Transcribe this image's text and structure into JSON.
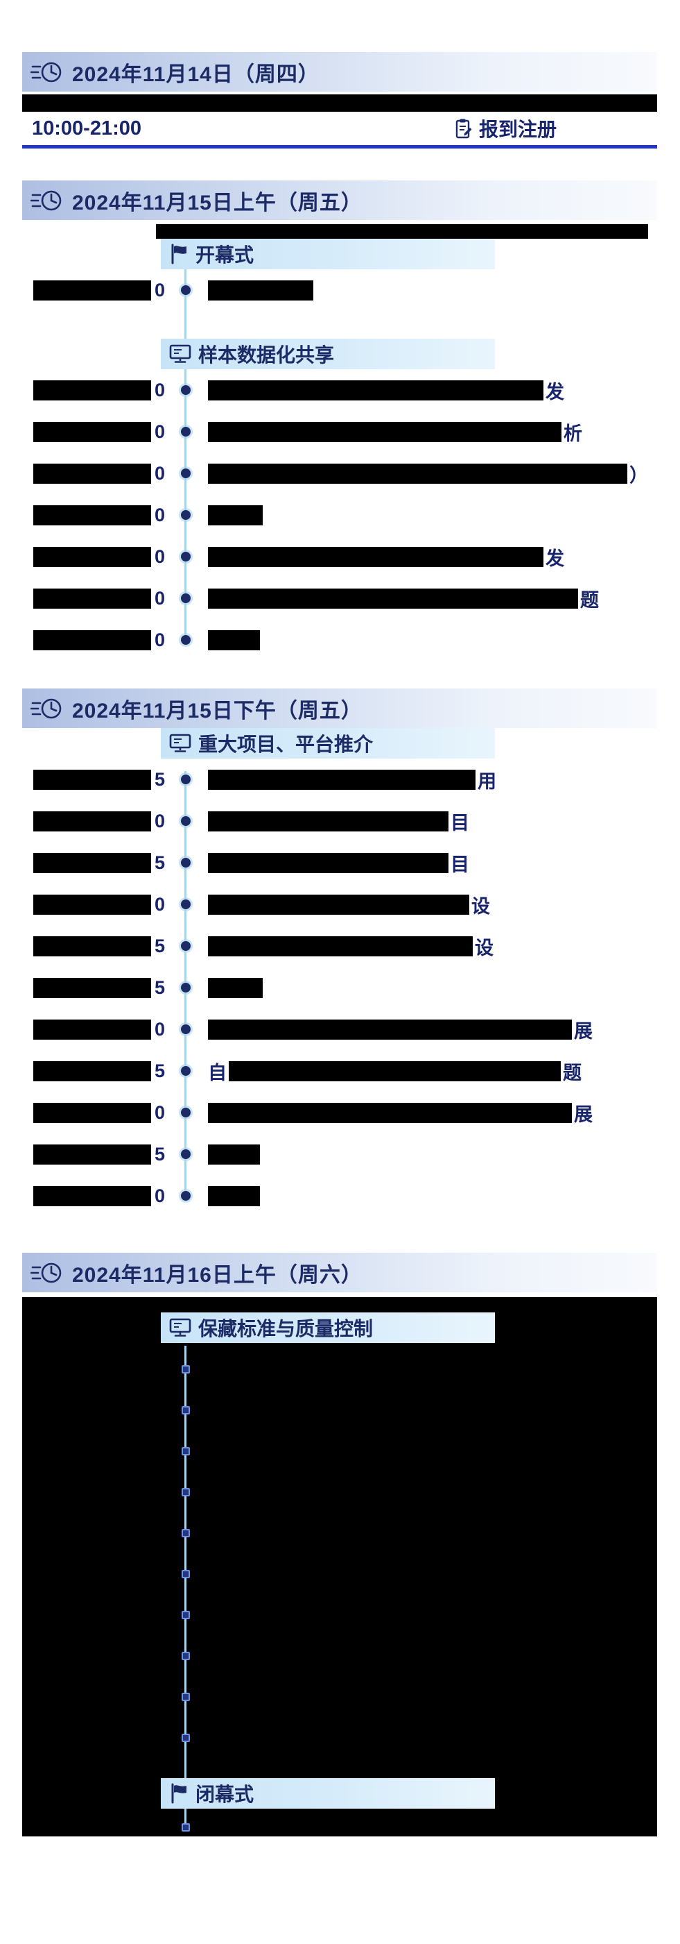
{
  "colors": {
    "navy_text": "#1c2a66",
    "time_text": "#18246b",
    "day_header_gradient_start": "#aebfe2",
    "group_header_bg": "#c7e4f7",
    "timeline_line": "#a9d2ec",
    "divider_blue": "#2136c9",
    "redaction": "#000000"
  },
  "day1": {
    "title": "2024年11月14日（周四）",
    "header_icon": "clock-icon",
    "redacted_line": true,
    "registration": {
      "time": "10:00-21:00",
      "icon": "clipboard-icon",
      "label": "报到注册"
    }
  },
  "day2_morning": {
    "title": "2024年11月15日上午（周五）",
    "header_icon": "clock-icon",
    "venue_redacted": true,
    "groups": [
      {
        "title": "开幕式",
        "icon": "flag-icon",
        "rows": [
          {
            "time_tail": "0",
            "bar": 152
          }
        ]
      },
      {
        "title": "样本数据化共享",
        "icon": "monitor-icon",
        "rows": [
          {
            "time_tail": "0",
            "bar": 484,
            "tail": "发"
          },
          {
            "time_tail": "0",
            "bar": 510,
            "tail": "析"
          },
          {
            "time_tail": "0",
            "bar": 605,
            "tail": "）"
          },
          {
            "time_tail": "0",
            "bar": 79
          },
          {
            "time_tail": "0",
            "bar": 484,
            "tail": "发"
          },
          {
            "time_tail": "0",
            "bar": 534,
            "tail": "题"
          },
          {
            "time_tail": "0",
            "bar": 75
          }
        ]
      }
    ]
  },
  "day2_afternoon": {
    "title": "2024年11月15日下午（周五）",
    "header_icon": "clock-icon",
    "groups": [
      {
        "title": "重大项目、平台推介",
        "icon": "monitor-icon",
        "rows": [
          {
            "time_tail": "5",
            "bar": 386,
            "tail": "用"
          },
          {
            "time_tail": "0",
            "bar": 347,
            "tail": "目"
          },
          {
            "time_tail": "5",
            "bar": 347,
            "tail": "目"
          },
          {
            "time_tail": "0",
            "bar": 377,
            "tail": "设"
          },
          {
            "time_tail": "5",
            "bar": 382,
            "tail": "设"
          },
          {
            "time_tail": "5",
            "bar": 79
          },
          {
            "time_tail": "0",
            "bar": 525,
            "tail": "展"
          },
          {
            "time_tail": "5",
            "lead": "自",
            "bar": 479,
            "tail": "题"
          },
          {
            "time_tail": "0",
            "bar": 525,
            "tail": "展"
          },
          {
            "time_tail": "5",
            "bar": 75
          },
          {
            "time_tail": "0",
            "bar": 75
          }
        ]
      }
    ]
  },
  "day3_morning": {
    "title": "2024年11月16日上午（周六）",
    "header_icon": "clock-icon",
    "blackout": true,
    "groups": [
      {
        "title": "保藏标准与质量控制",
        "icon": "monitor-icon",
        "dots": 10
      },
      {
        "title": "闭幕式",
        "icon": "flag-icon",
        "dots": 1
      }
    ]
  }
}
